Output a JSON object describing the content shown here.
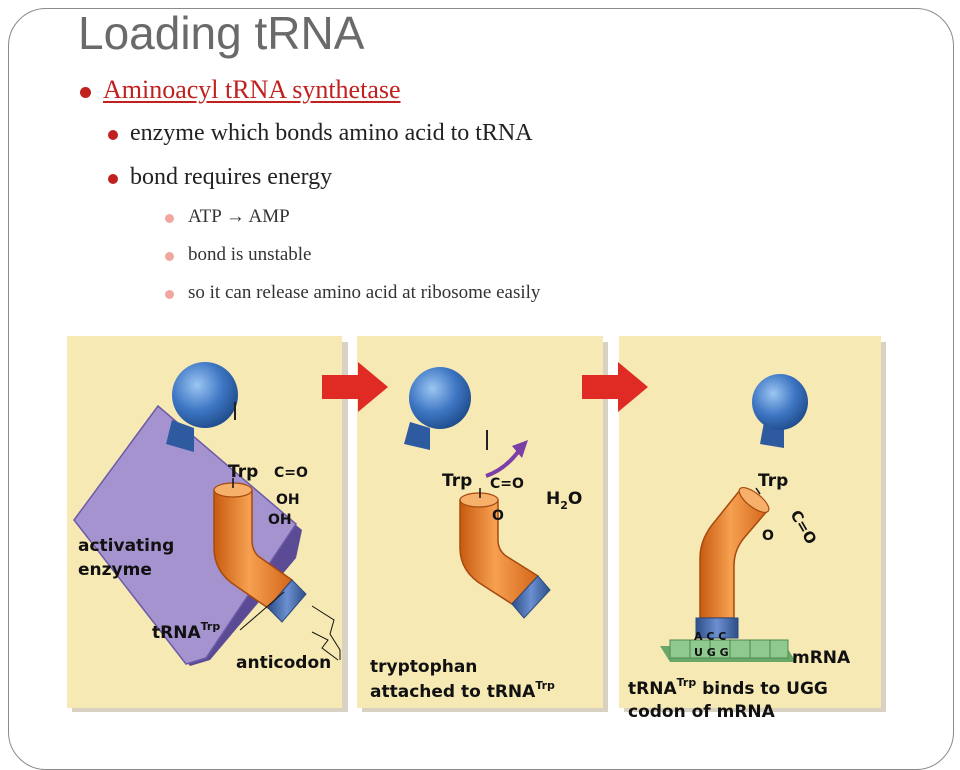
{
  "title": "Loading tRNA",
  "bullets": {
    "level1": "Aminoacyl tRNA synthetase",
    "level2_1": "enzyme which bonds amino acid to tRNA",
    "level2_2": "bond requires energy",
    "level3_1": "ATP → AMP",
    "level3_2": "bond is unstable",
    "level3_3": "so it can release amino acid at ribosome easily"
  },
  "diagram": {
    "panel1": {
      "trp": "Trp",
      "co": "C=O",
      "oh1": "OH",
      "oh2": "OH",
      "enzyme_1": "activating",
      "enzyme_2": "enzyme",
      "trna": "tRNA",
      "trna_sup": "Trp",
      "anticodon": "anticodon"
    },
    "panel2": {
      "trp": "Trp",
      "co": "C=O",
      "o": "O",
      "water": "H",
      "water_sub": "2",
      "water_o": "O",
      "caption_1": "tryptophan",
      "caption_2": "attached to tRNA",
      "caption_sup": "Trp"
    },
    "panel3": {
      "trp": "Trp",
      "co": "C=O",
      "o": "O",
      "anticodon_seq": "A C C",
      "codon_seq": "U G G",
      "mrna": "mRNA",
      "caption_1": "tRNA",
      "caption_sup": "Trp",
      "caption_1b": " binds to UGG",
      "caption_2": "codon of mRNA"
    }
  },
  "colors": {
    "panel_bg": "#f6e9b4",
    "panel_shadow": "#d9d2c2",
    "enzyme": "#a593cf",
    "trna": "#f28a34",
    "anticodon": "#4a70b0",
    "ribosome": "#3f77c4",
    "arrow": "#e02a24",
    "mrna": "#8fc98f",
    "release_arrow": "#7b3fa6",
    "bullet": "#c0201e"
  }
}
